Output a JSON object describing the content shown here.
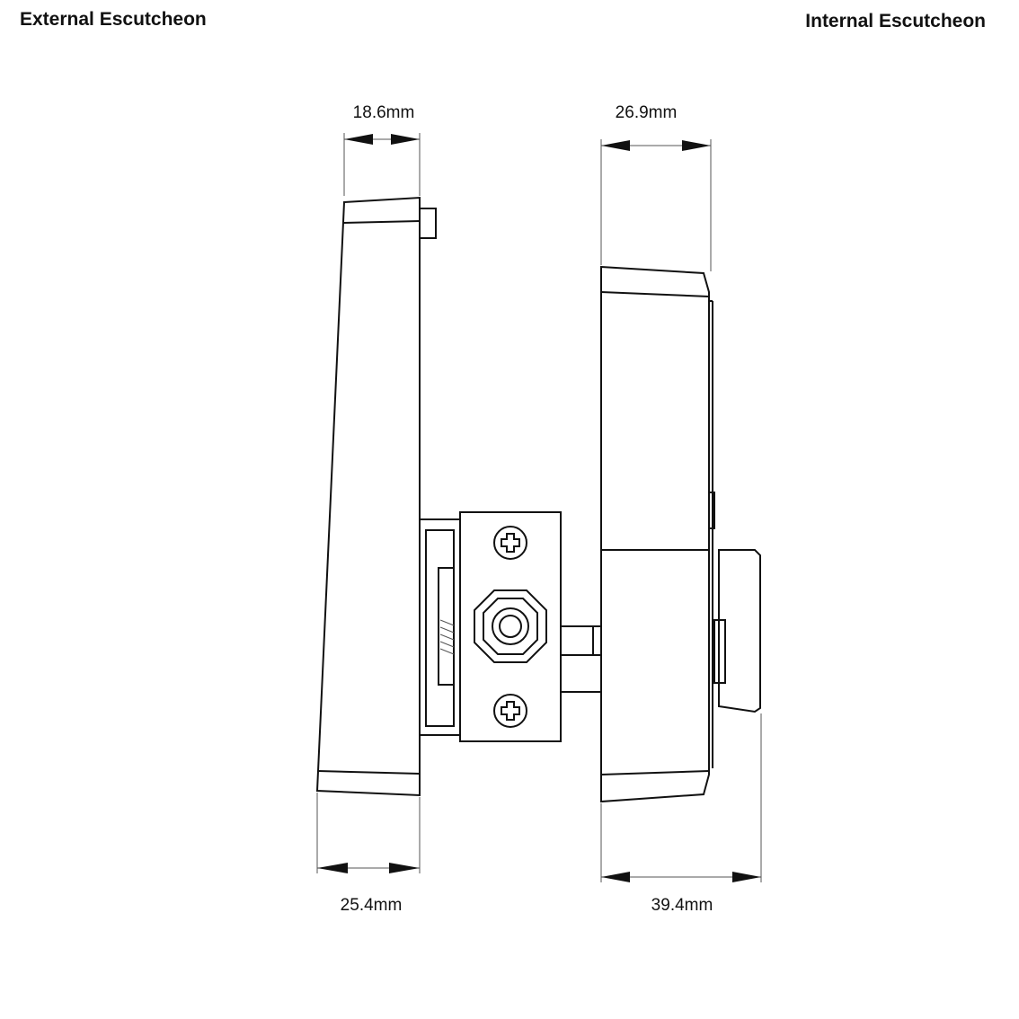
{
  "headings": {
    "external": "External Escutcheon",
    "internal": "Internal Escutcheon"
  },
  "dimensions": {
    "external_top": "18.6mm",
    "external_bottom": "25.4mm",
    "internal_top": "26.9mm",
    "internal_bottom": "39.4mm"
  }
}
